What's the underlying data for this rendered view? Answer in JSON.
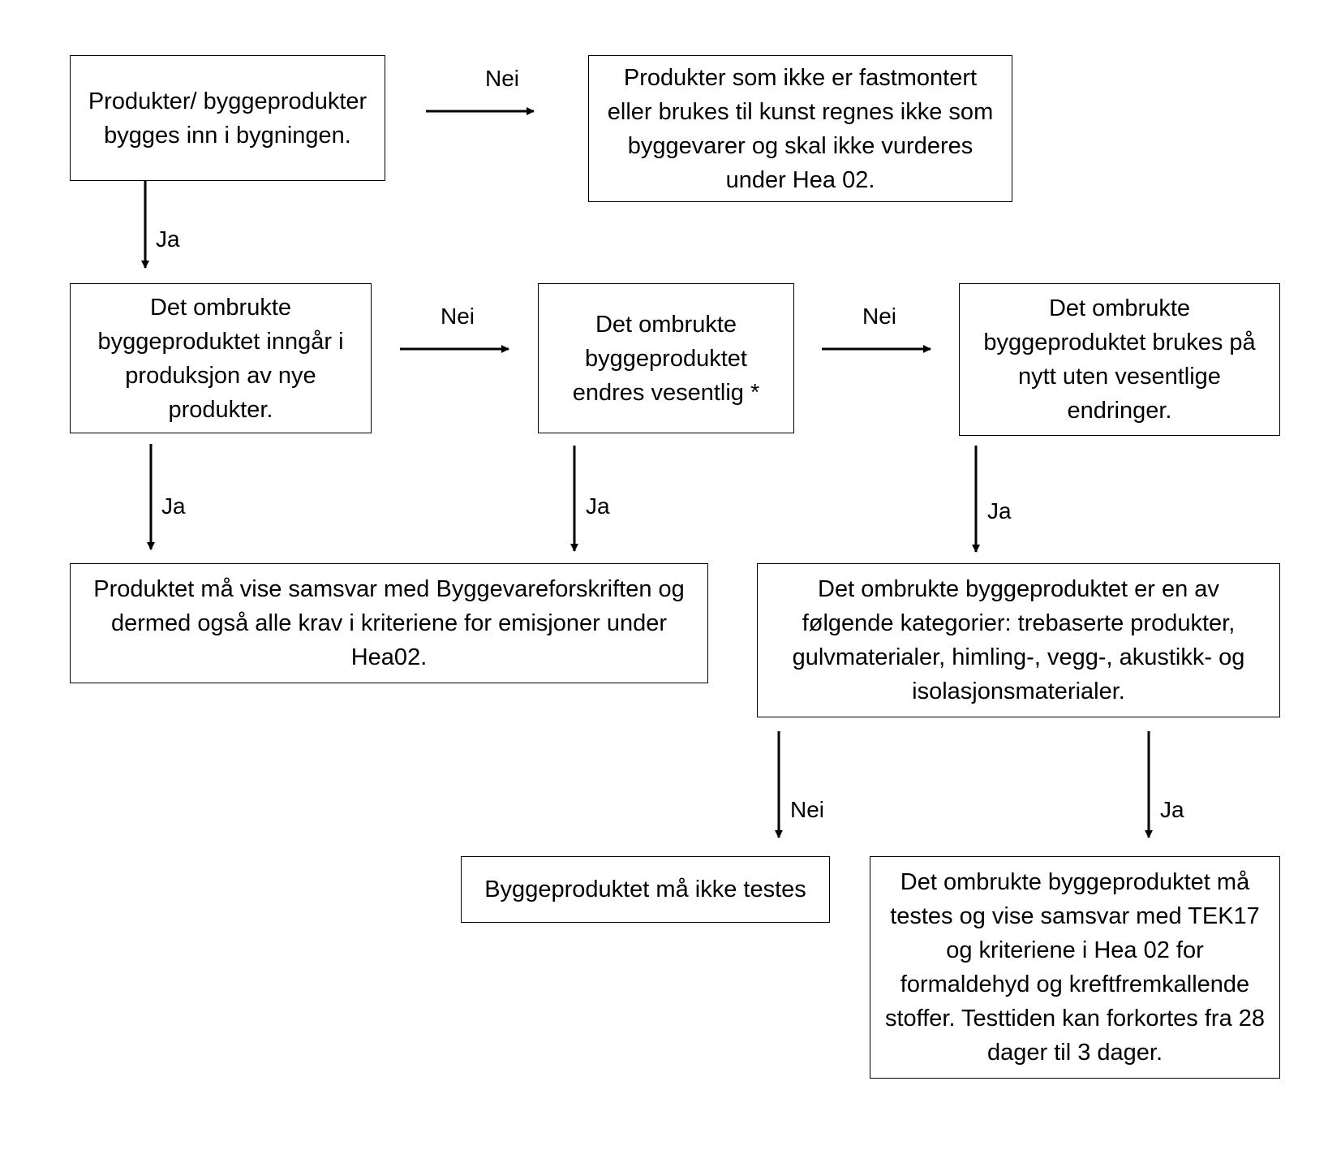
{
  "diagram": {
    "nodes": {
      "start": {
        "lines": [
          "Produkter/ byggeprodukter",
          "bygges inn i bygningen."
        ]
      },
      "not_building_product": {
        "lines": [
          "Produkter som ikke er fastmontert",
          "eller brukes til kunst regnes ikke som",
          "byggevarer og skal ikke vurderes",
          "under Hea 02."
        ]
      },
      "new_production": {
        "lines": [
          "Det ombrukte",
          "byggeproduktet inngår i",
          "produksjon av nye",
          "produkter."
        ]
      },
      "changed_significantly": {
        "lines": [
          "Det ombrukte",
          "byggeproduktet",
          "endres vesentlig *"
        ]
      },
      "reused_unchanged": {
        "lines": [
          "Det ombrukte",
          "byggeproduktet brukes på",
          "nytt uten vesentlige",
          "endringer."
        ]
      },
      "conformity": {
        "lines": [
          "Produktet må vise samsvar med Byggevareforskriften og",
          "dermed også alle krav i kriteriene for emisjoner under",
          "Hea02."
        ]
      },
      "category": {
        "lines": [
          "Det ombrukte byggeproduktet er en av",
          "følgende kategorier: trebaserte produkter,",
          "gulvmaterialer, himling-, vegg-, akustikk- og",
          "isolasjonsmaterialer."
        ]
      },
      "no_test": {
        "lines": [
          "Byggeproduktet må ikke testes"
        ]
      },
      "must_test": {
        "lines": [
          "Det ombrukte byggeproduktet må",
          "testes og vise samsvar med TEK17",
          "og kriteriene i Hea 02 for",
          "formaldehyd og kreftfremkallende",
          "stoffer. Testtiden kan forkortes fra 28",
          "dager til 3 dager."
        ]
      }
    },
    "edges": {
      "start_no": "Nei",
      "start_yes": "Ja",
      "new_production_no": "Nei",
      "new_production_yes": "Ja",
      "changed_no": "Nei",
      "changed_yes": "Ja",
      "unchanged_yes": "Ja",
      "category_no": "Nei",
      "category_yes": "Ja"
    }
  }
}
